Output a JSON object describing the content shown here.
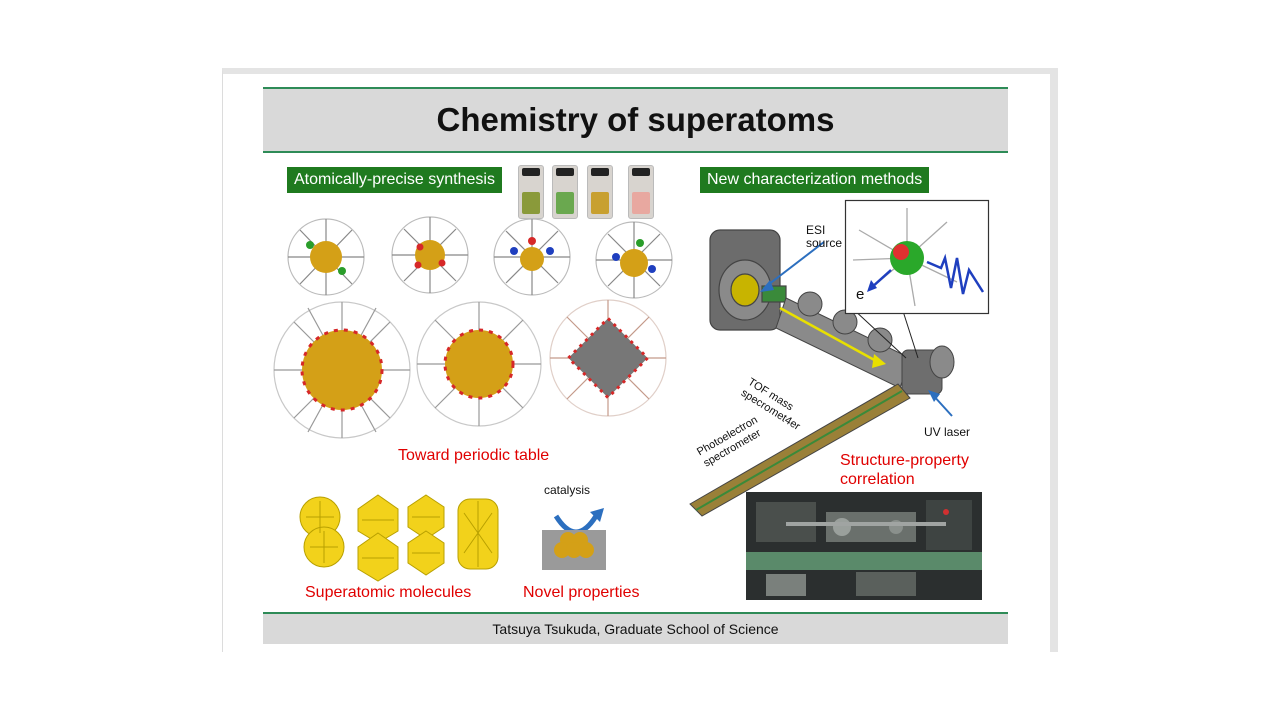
{
  "slide": {
    "title": "Chemistry of superatoms",
    "footer": "Tatsuya Tsukuda, Graduate School of Science"
  },
  "left": {
    "heading": "Atomically-precise synthesis",
    "vial_colors": [
      "#8a9a3a",
      "#6aa84f",
      "#c8a030",
      "#e8a8a0"
    ],
    "periodic_label": "Toward periodic table",
    "molecules_label": "Superatomic molecules",
    "catalysis_label": "catalysis",
    "properties_label": "Novel properties"
  },
  "right": {
    "heading": "New characterization methods",
    "esi_label": "ESI source",
    "tof_label": "TOF mass specromet4er",
    "pe_label": "Photoelectron spectrometer",
    "uv_label": "UV laser",
    "electron_label": "e",
    "correlation_label": "Structure-property correlation"
  },
  "colors": {
    "accent_green": "#1f7a1f",
    "highlight_red": "#e00000",
    "gold": "#d4a017"
  }
}
